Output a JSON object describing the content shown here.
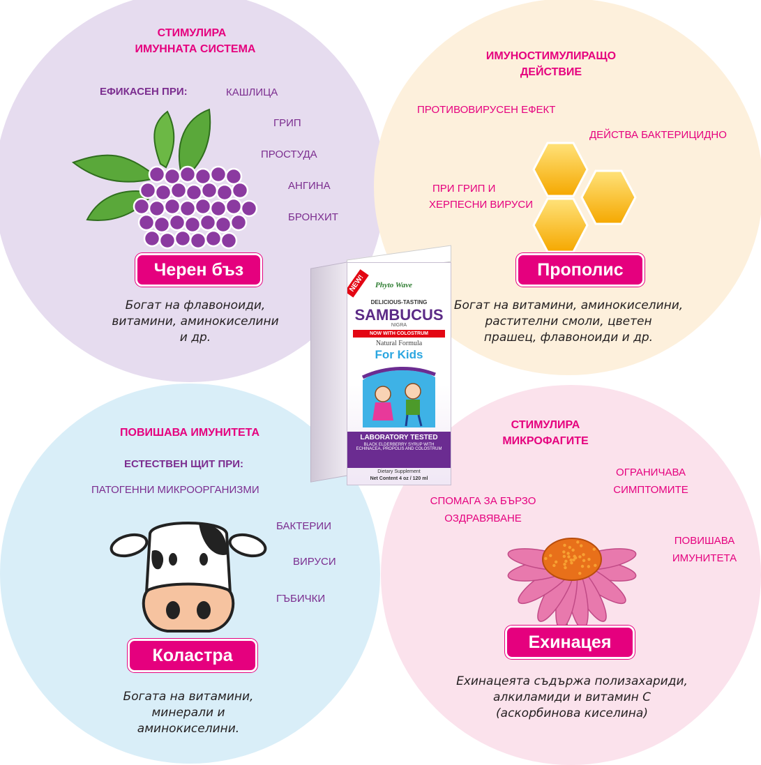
{
  "colors": {
    "accent": "#e5007e",
    "purple": "#7b2d8f",
    "lavender": "#e6dcef",
    "cream": "#fdf0dc",
    "lightblue": "#d9eef8",
    "pink": "#fbe2ec"
  },
  "elder": {
    "heading_line1": "СТИМУЛИРА",
    "heading_line2": "ИМУННАТА СИСТЕМА",
    "effective_label": "ЕФИКАСЕН ПРИ:",
    "items": [
      "КАШЛИЦА",
      "ГРИП",
      "ПРОСТУДА",
      "АНГИНА",
      "БРОНХИТ"
    ],
    "name": "Черен бъз",
    "desc_line1": "Богат на флавоноиди,",
    "desc_line2": "витамини, аминокиселини",
    "desc_line3": "и др.",
    "icon": "elderberry-icon"
  },
  "propolis": {
    "heading_line1": "ИМУНОСТИМУЛИРАЩО",
    "heading_line2": "ДЕЙСТВИЕ",
    "items": [
      "ПРОТИВОВИРУСЕН ЕФЕКТ",
      "ДЕЙСТВА БАКТЕРИЦИДНО",
      "ПРИ ГРИП И",
      "ХЕРПЕСНИ ВИРУСИ"
    ],
    "name": "Прополис",
    "desc_line1": "Богат на витамини, аминокиселини,",
    "desc_line2": "растителни смоли, цветен",
    "desc_line3": "прашец, флавоноиди и др.",
    "icon": "honeycomb-icon"
  },
  "colostrum": {
    "heading": "ПОВИШАВА ИМУНИТЕТА",
    "shield_label": "ЕСТЕСТВЕН ЩИТ ПРИ:",
    "items": [
      "ПАТОГЕННИ МИКРООРГАНИЗМИ",
      "БАКТЕРИИ",
      "ВИРУСИ",
      "ГЪБИЧКИ"
    ],
    "name": "Коластра",
    "desc_line1": "Богата на витамини,",
    "desc_line2": "минерали и",
    "desc_line3": "аминокиселини.",
    "icon": "cow-icon"
  },
  "echinacea": {
    "heading_line1": "СТИМУЛИРА",
    "heading_line2": "МИКРОФАГИТЕ",
    "items": [
      "ОГРАНИЧАВА",
      "СИМПТОМИТЕ",
      "СПОМАГА ЗА БЪРЗО",
      "ОЗДРАВЯВАНЕ",
      "ПОВИШАВА",
      "ИМУНИТЕТА"
    ],
    "name": "Ехинацея",
    "desc_line1": "Ехинацеята съдържа полизахариди,",
    "desc_line2": "алкиламиди и витамин С",
    "desc_line3": "(аскорбинова киселина)",
    "icon": "echinacea-flower-icon"
  },
  "product": {
    "badge": "NEW!",
    "brand": "Phyto Wave",
    "tagline": "DELICIOUS-TASTING",
    "name": "SAMBUCUS",
    "subname": "NIGRA",
    "ribbon": "NOW WITH COLOSTRUM",
    "formula": "Natural Formula",
    "kids": "For Kids",
    "tested": "LABORATORY TESTED",
    "ingredients_line1": "BLACK ELDERBERRY SYRUP WITH",
    "ingredients_line2": "ECHINACEA, PROPOLIS AND COLOSTRUM",
    "supplement": "Dietary Supplement",
    "content": "Net Content 4 oz / 120 ml"
  }
}
